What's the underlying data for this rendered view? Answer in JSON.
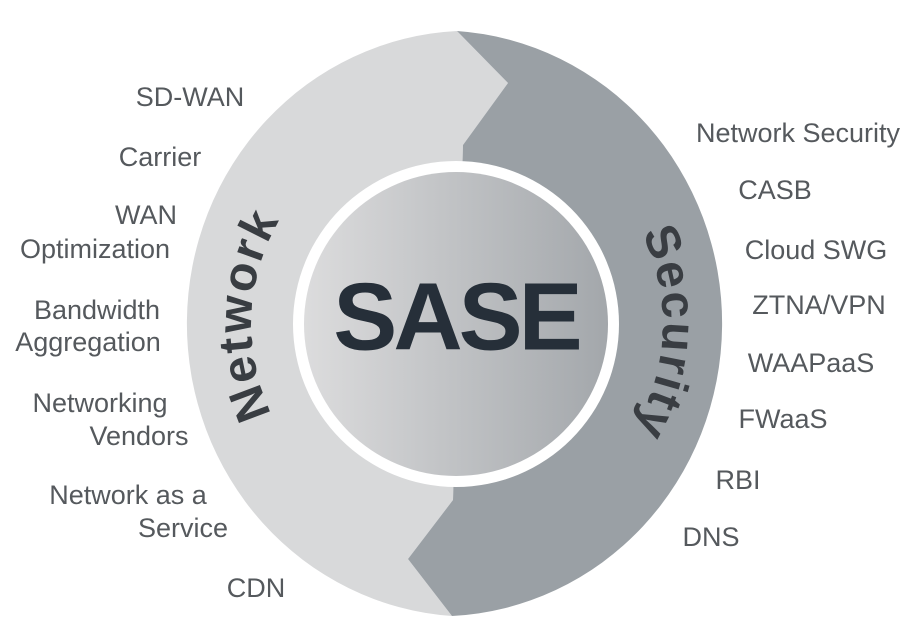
{
  "diagram": {
    "center_label": "SASE",
    "network": {
      "arc_label": "Network",
      "items": [
        [
          "SD-WAN"
        ],
        [
          "Carrier"
        ],
        [
          "WAN",
          "Optimization"
        ],
        [
          "Bandwidth",
          "Aggregation"
        ],
        [
          "Networking",
          "Vendors"
        ],
        [
          "Network as a",
          "Service"
        ],
        [
          "CDN"
        ]
      ]
    },
    "security": {
      "arc_label": "Security",
      "items": [
        [
          "Network Security"
        ],
        [
          "CASB"
        ],
        [
          "Cloud SWG"
        ],
        [
          "ZTNA/VPN"
        ],
        [
          "WAAPaaS"
        ],
        [
          "FWaaS"
        ],
        [
          "RBI"
        ],
        [
          "DNS"
        ]
      ]
    },
    "colors": {
      "network_half": "#d8d9da",
      "security_half": "#9aa0a5",
      "core_gradient_left": "#dcdcdd",
      "core_gradient_right": "#a3a7ab",
      "ring": "#ffffff",
      "center_text": "#262f39",
      "arc_text": "#393d42",
      "label_text": "#55595d"
    }
  }
}
